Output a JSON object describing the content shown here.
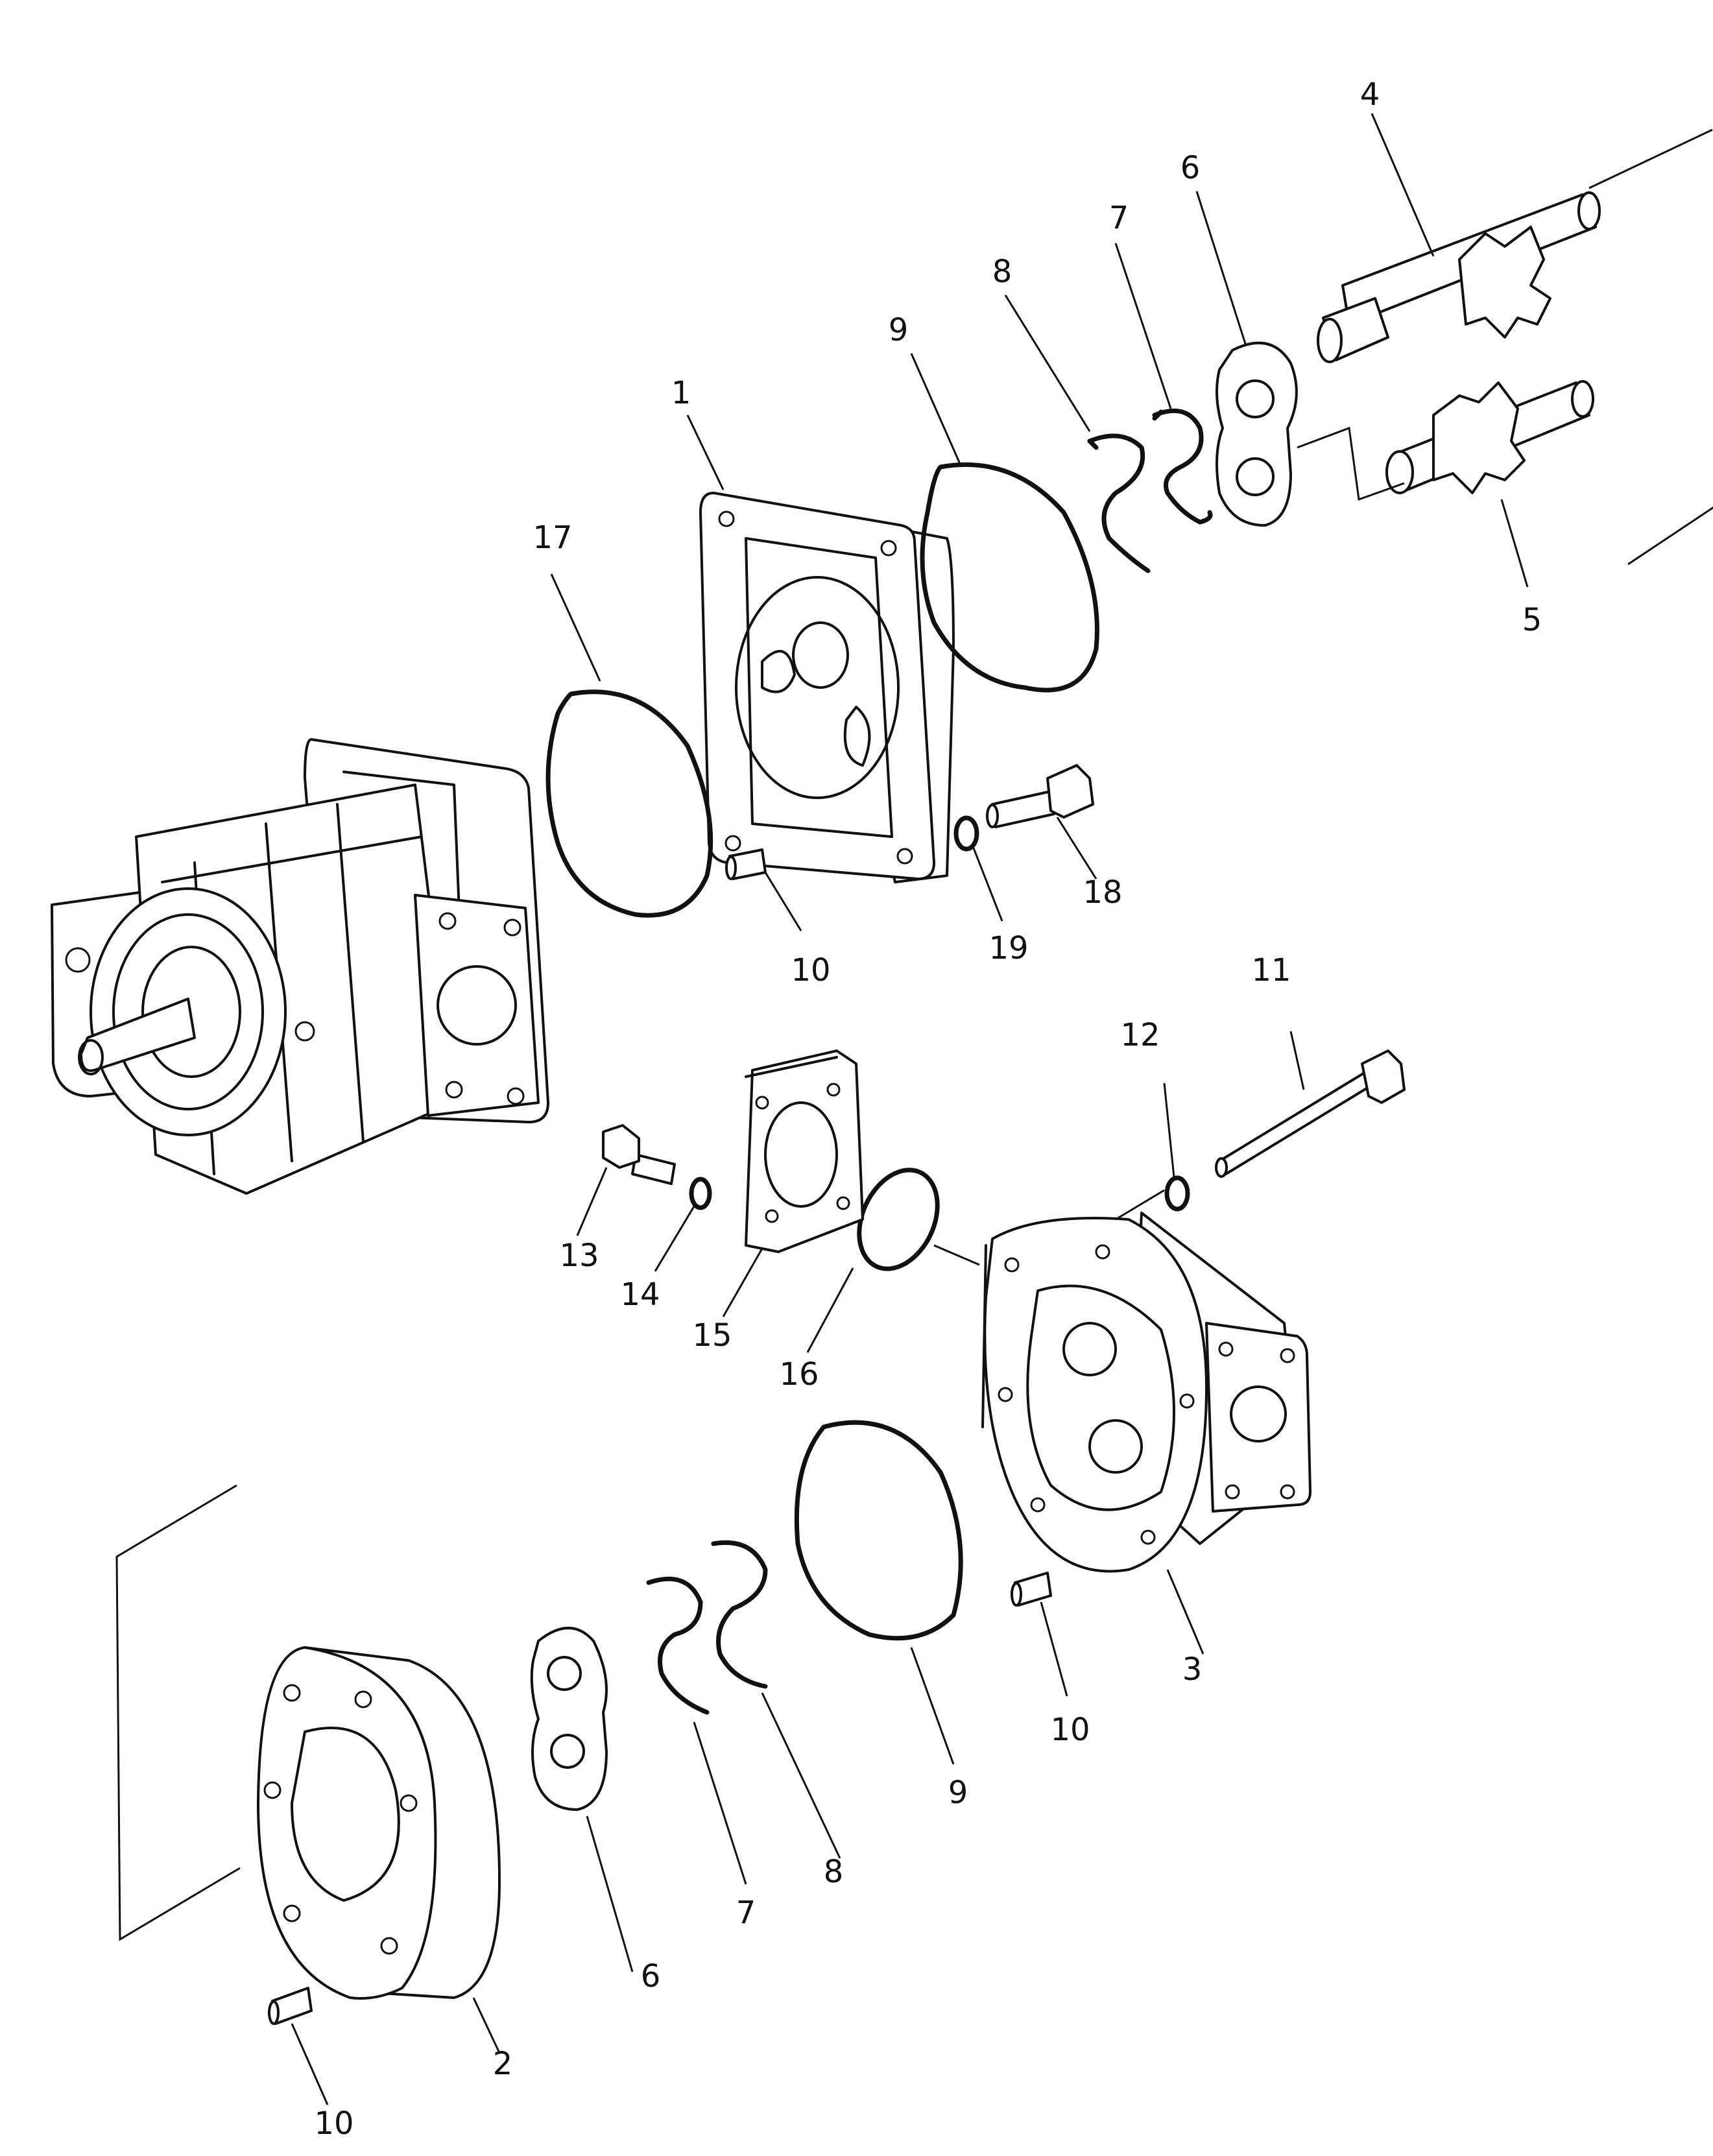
{
  "diagram": {
    "callouts": [
      {
        "id": "c1",
        "text": "1"
      },
      {
        "id": "c2",
        "text": "2"
      },
      {
        "id": "c3",
        "text": "3"
      },
      {
        "id": "c4",
        "text": "4"
      },
      {
        "id": "c5",
        "text": "5"
      },
      {
        "id": "c6a",
        "text": "6"
      },
      {
        "id": "c6b",
        "text": "6"
      },
      {
        "id": "c7a",
        "text": "7"
      },
      {
        "id": "c7b",
        "text": "7"
      },
      {
        "id": "c8a",
        "text": "8"
      },
      {
        "id": "c8b",
        "text": "8"
      },
      {
        "id": "c9a",
        "text": "9"
      },
      {
        "id": "c9b",
        "text": "9"
      },
      {
        "id": "c10a",
        "text": "10"
      },
      {
        "id": "c10b",
        "text": "10"
      },
      {
        "id": "c10c",
        "text": "10"
      },
      {
        "id": "c11",
        "text": "11"
      },
      {
        "id": "c12",
        "text": "12"
      },
      {
        "id": "c13",
        "text": "13"
      },
      {
        "id": "c14",
        "text": "14"
      },
      {
        "id": "c15",
        "text": "15"
      },
      {
        "id": "c16",
        "text": "16"
      },
      {
        "id": "c17",
        "text": "17"
      },
      {
        "id": "c18",
        "text": "18"
      },
      {
        "id": "c19",
        "text": "19"
      }
    ]
  }
}
